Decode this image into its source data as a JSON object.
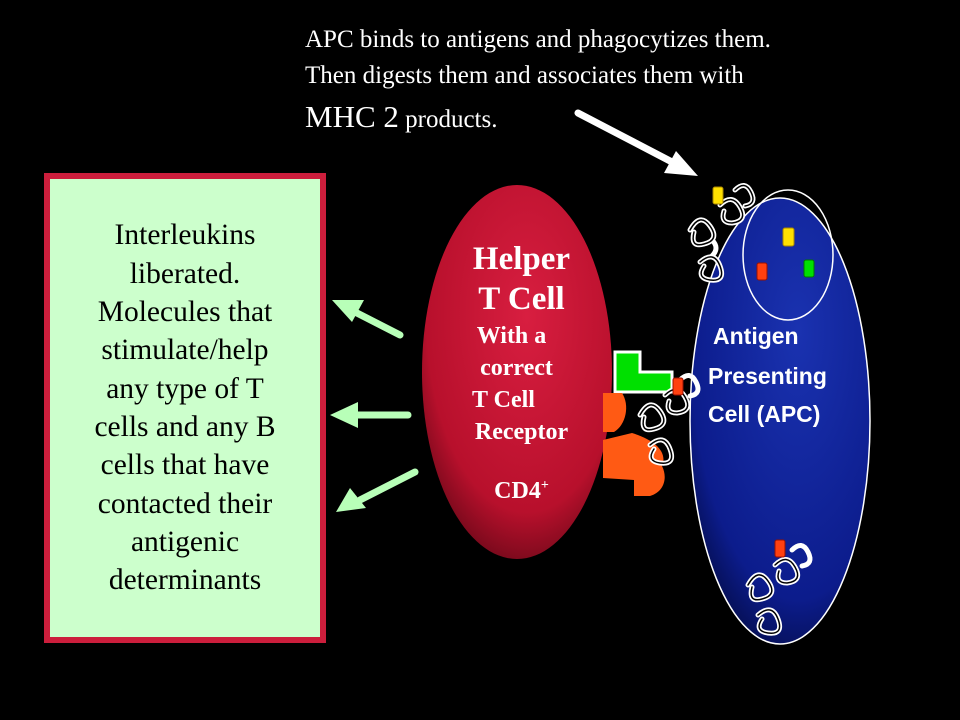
{
  "caption": {
    "line1": "APC binds to antigens and phagocytizes them.",
    "line2": "Then digests them and associates them with",
    "line3_big": "MHC 2",
    "line3_small": "products."
  },
  "interleukin_box": {
    "lines": [
      "Interleukins",
      "liberated.",
      "Molecules that",
      "stimulate/help",
      "any type of T",
      "cells and any B",
      "cells that have",
      "contacted their",
      "antigenic",
      "determinants"
    ]
  },
  "helper_cell": {
    "line1": "Helper",
    "line2": "T Cell",
    "line3": "With a",
    "line4": "correct",
    "line5": "T Cell",
    "line6": "Receptor",
    "cd4": "CD4",
    "cd4_sup": "+"
  },
  "apc_cell": {
    "line1": "Antigen",
    "line2": "Presenting",
    "line3": "Cell (APC)"
  },
  "colors": {
    "background": "#000000",
    "box_fill": "#ccffcc",
    "box_border": "#cc1e3c",
    "helper_cell": "#cc1e3c",
    "apc_cell": "#0a1a8a",
    "arrow_green": "#b8ffb8",
    "receptor_green": "#00e000",
    "receptor_orange": "#ff5a14",
    "antigen_yellow": "#ffe000",
    "antigen_red": "#ff4010"
  }
}
